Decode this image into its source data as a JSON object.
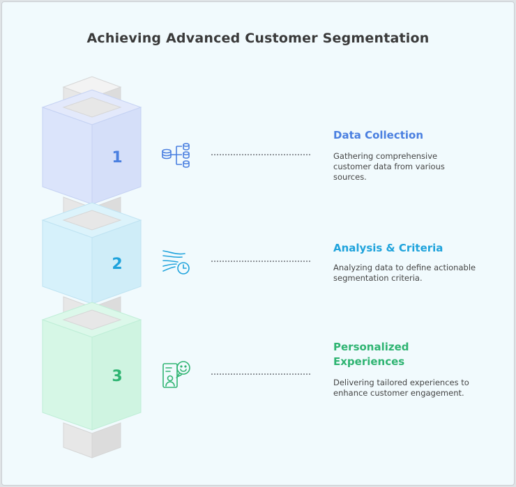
{
  "title": "Achieving Advanced Customer Segmentation",
  "colors": {
    "step1": "#4a7fe0",
    "step2": "#1fa3dc",
    "step3": "#2fb472",
    "title": "#3a3a3a",
    "connector": "#8d9297"
  },
  "steps": [
    {
      "number": "1",
      "icon": "database-tree-icon",
      "title": "Data Collection",
      "description": "Gathering comprehensive customer data from various sources."
    },
    {
      "number": "2",
      "icon": "wind-clock-icon",
      "title": "Analysis & Criteria",
      "description": "Analyzing data to define actionable segmentation criteria."
    },
    {
      "number": "3",
      "icon": "person-chat-icon",
      "title": "Personalized Experiences",
      "description": "Delivering tailored experiences to enhance customer engagement."
    }
  ]
}
